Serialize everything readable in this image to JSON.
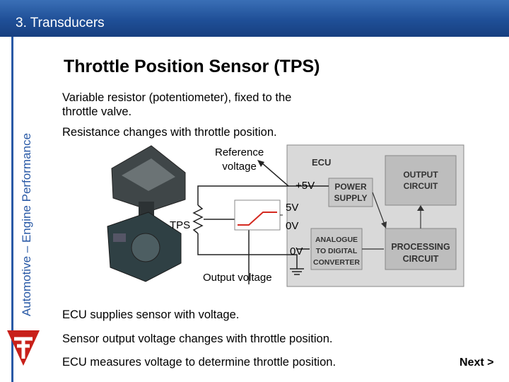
{
  "header": {
    "title": "3. Transducers"
  },
  "sidebar": {
    "text": "Automotive – Engine Performance"
  },
  "slide": {
    "title": "Throttle Position Sensor (TPS)",
    "bullets": [
      "Variable resistor (potentiometer), fixed to the throttle valve.",
      "Resistance changes with throttle position.",
      "ECU supplies sensor with voltage.",
      "Sensor output voltage changes with throttle position.",
      "ECU measures voltage to determine throttle position."
    ],
    "next": "Next >"
  },
  "diagram": {
    "reference_voltage": "Reference\nvoltage",
    "plus5v": "+5V",
    "v5": "5V",
    "v0": "0V",
    "v0_output": "0V",
    "tps": "TPS",
    "output_voltage": "Output voltage",
    "ecu": "ECU",
    "output_circuit": [
      "OUTPUT",
      "CIRCUIT"
    ],
    "power_supply": [
      "POWER",
      "SUPPLY"
    ],
    "adc": [
      "ANALOGUE",
      "TO DIGITAL",
      "CONVERTER"
    ],
    "processing": [
      "PROCESSING",
      "CIRCUIT"
    ]
  },
  "colors": {
    "header": "#1f4f97",
    "side": "#2a5aa6",
    "accent_red": "#d42a20"
  }
}
